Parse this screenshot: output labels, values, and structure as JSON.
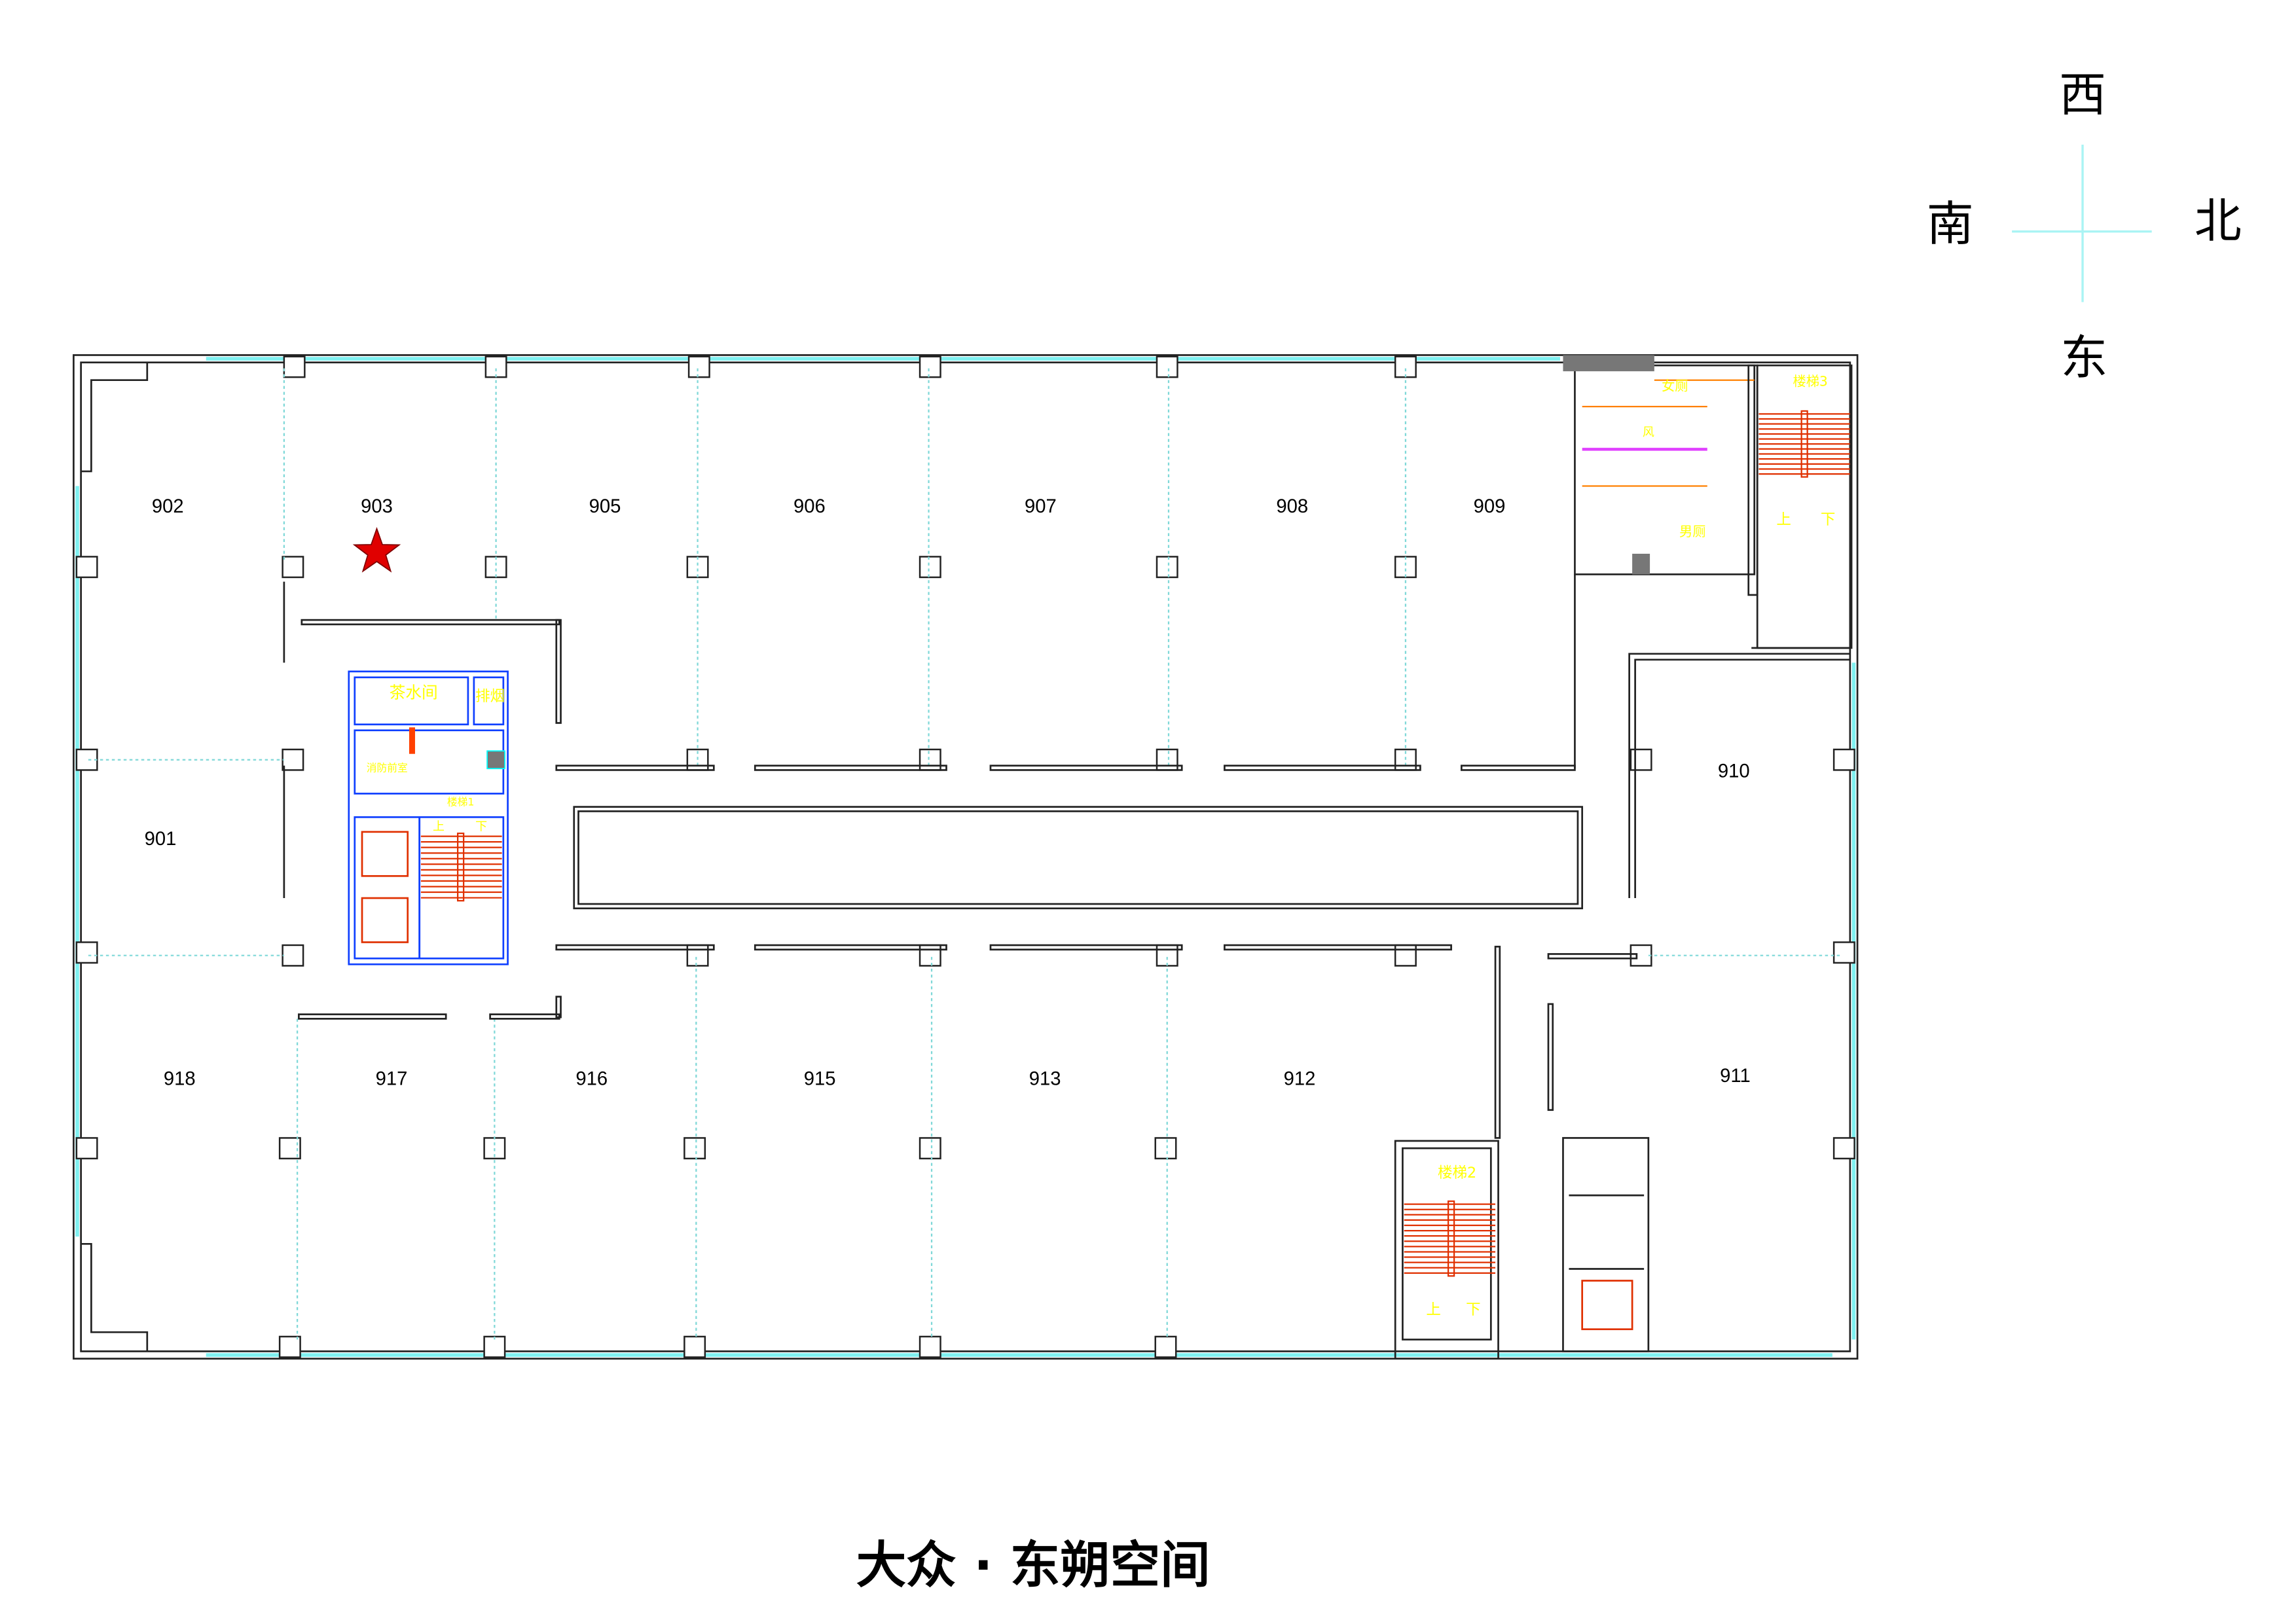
{
  "title": "大众 · 东朔空间",
  "compass": {
    "west": "西",
    "south": "南",
    "north": "北",
    "east": "东"
  },
  "rooms_top": [
    "902",
    "903",
    "905",
    "906",
    "907",
    "908",
    "909"
  ],
  "rooms_side": [
    "901",
    "910",
    "911"
  ],
  "rooms_bottom": [
    "918",
    "917",
    "916",
    "915",
    "913",
    "912"
  ],
  "facilities": {
    "tea_room": "茶水间",
    "smoke_exhaust": "排烟",
    "fire_lobby": "消防前室",
    "stair1": "楼梯1",
    "stair2": "楼梯2",
    "stair3": "楼梯3",
    "womens_toilet": "女厕",
    "mens_toilet": "男厕",
    "vent": "风",
    "up": "上",
    "down": "下"
  },
  "marker": {
    "icon": "star-icon",
    "room": "903",
    "color": "#e00000"
  },
  "colors": {
    "glass": "#7ff0f0",
    "core": "#1040ff",
    "stairs": "#e03000",
    "labels": "#ffff00"
  }
}
